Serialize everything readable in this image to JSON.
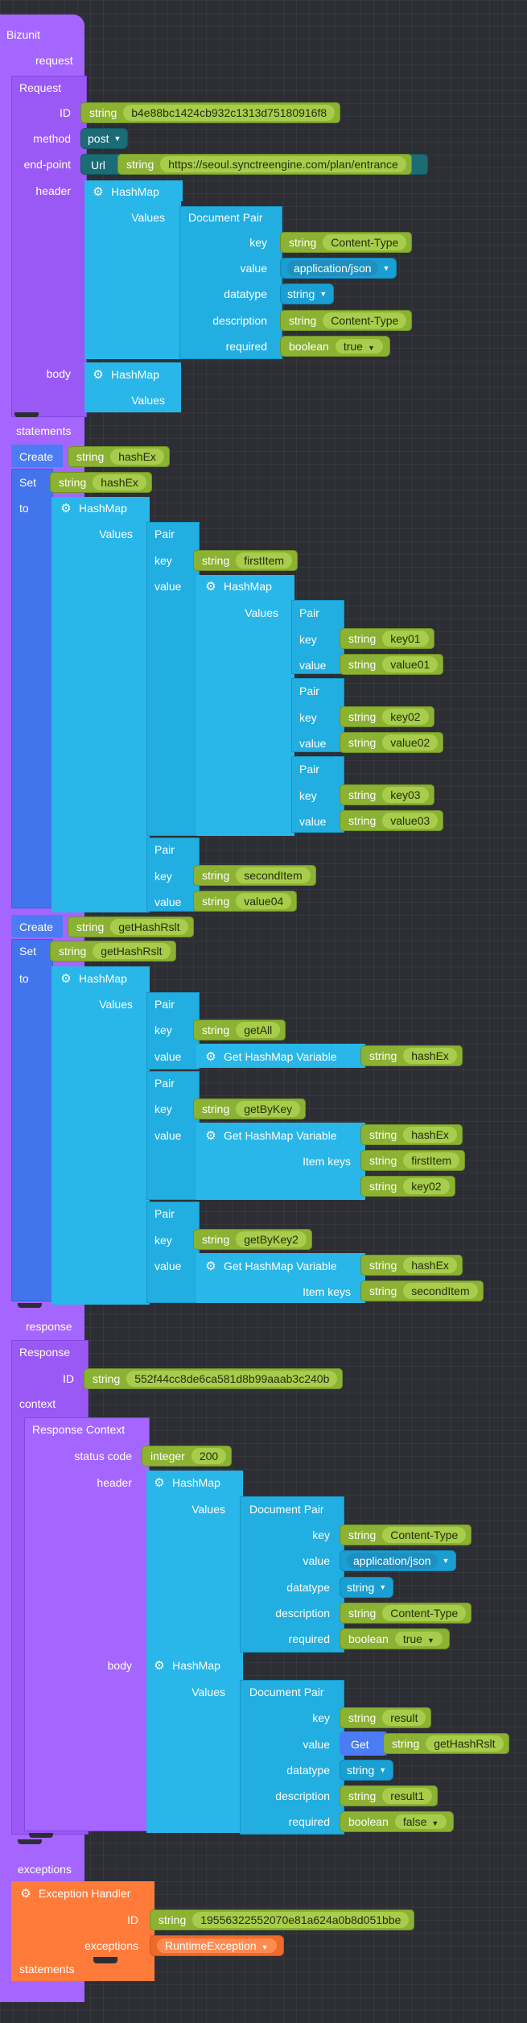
{
  "root": {
    "title": "Bizunit",
    "request_label": "request",
    "statements_label": "statements",
    "response_label": "response",
    "exceptions_label": "exceptions"
  },
  "request": {
    "block_title": "Request",
    "id_label": "ID",
    "id_type": "string",
    "id_value": "b4e88bc1424cb932c1313d75180916f8",
    "method_label": "method",
    "method_value": "post",
    "endpoint_label": "end-point",
    "url_label": "Url",
    "url_type": "string",
    "url_value": "https://seoul.synctreengine.com/plan/entrance",
    "header_label": "header",
    "hashmap_label": "HashMap",
    "values_label": "Values",
    "docpair": {
      "title": "Document Pair",
      "key_label": "key",
      "key_type": "string",
      "key_value": "Content-Type",
      "value_label": "value",
      "value_value": "application/json",
      "datatype_label": "datatype",
      "datatype_value": "string",
      "description_label": "description",
      "description_type": "string",
      "description_value": "Content-Type",
      "required_label": "required",
      "required_type": "boolean",
      "required_value": "true"
    },
    "body_label": "body",
    "body_hashmap_label": "HashMap",
    "body_values_label": "Values"
  },
  "statements": {
    "create1": {
      "label": "Create",
      "type": "string",
      "name": "hashEx"
    },
    "set1": {
      "label": "Set",
      "type": "string",
      "name": "hashEx",
      "to_label": "to",
      "hashmap_label": "HashMap",
      "values_label": "Values",
      "pair1": {
        "label": "Pair",
        "key_label": "key",
        "key_type": "string",
        "key_value": "firstItem",
        "value_label": "value",
        "hashmap_label": "HashMap",
        "values_label": "Values",
        "inner": [
          {
            "label": "Pair",
            "key_label": "key",
            "key_type": "string",
            "key_value": "key01",
            "value_label": "value",
            "value_type": "string",
            "value_value": "value01"
          },
          {
            "label": "Pair",
            "key_label": "key",
            "key_type": "string",
            "key_value": "key02",
            "value_label": "value",
            "value_type": "string",
            "value_value": "value02"
          },
          {
            "label": "Pair",
            "key_label": "key",
            "key_type": "string",
            "key_value": "key03",
            "value_label": "value",
            "value_type": "string",
            "value_value": "value03"
          }
        ]
      },
      "pair2": {
        "label": "Pair",
        "key_label": "key",
        "key_type": "string",
        "key_value": "secondItem",
        "value_label": "value",
        "value_type": "string",
        "value_value": "value04"
      }
    },
    "create2": {
      "label": "Create",
      "type": "string",
      "name": "getHashRslt"
    },
    "set2": {
      "label": "Set",
      "type": "string",
      "name": "getHashRslt",
      "to_label": "to",
      "hashmap_label": "HashMap",
      "values_label": "Values",
      "pair1": {
        "label": "Pair",
        "key_label": "key",
        "key_type": "string",
        "key_value": "getAll",
        "value_label": "value",
        "getvar_label": "Get HashMap Variable",
        "var_type": "string",
        "var_name": "hashEx"
      },
      "pair2": {
        "label": "Pair",
        "key_label": "key",
        "key_type": "string",
        "key_value": "getByKey",
        "value_label": "value",
        "getvar_label": "Get HashMap Variable",
        "var_type": "string",
        "var_name": "hashEx",
        "itemkeys_label": "Item keys",
        "ik1_type": "string",
        "ik1_value": "firstItem",
        "ik2_type": "string",
        "ik2_value": "key02"
      },
      "pair3": {
        "label": "Pair",
        "key_label": "key",
        "key_type": "string",
        "key_value": "getByKey2",
        "value_label": "value",
        "getvar_label": "Get HashMap Variable",
        "var_type": "string",
        "var_name": "hashEx",
        "itemkeys_label": "Item keys",
        "ik1_type": "string",
        "ik1_value": "secondItem"
      }
    }
  },
  "response": {
    "block_title": "Response",
    "id_label": "ID",
    "id_type": "string",
    "id_value": "552f44cc8de6ca581d8b99aaab3c240b",
    "context_label": "context",
    "context_title": "Response Context",
    "status_label": "status code",
    "status_type": "integer",
    "status_value": "200",
    "header_label": "header",
    "hashmap_label": "HashMap",
    "values_label": "Values",
    "hdocpair": {
      "title": "Document Pair",
      "key_label": "key",
      "key_type": "string",
      "key_value": "Content-Type",
      "value_label": "value",
      "value_value": "application/json",
      "datatype_label": "datatype",
      "datatype_value": "string",
      "description_label": "description",
      "description_type": "string",
      "description_value": "Content-Type",
      "required_label": "required",
      "required_type": "boolean",
      "required_value": "true"
    },
    "body_label": "body",
    "body_hashmap_label": "HashMap",
    "body_values_label": "Values",
    "bdocpair": {
      "title": "Document Pair",
      "key_label": "key",
      "key_type": "string",
      "key_value": "result",
      "value_label": "value",
      "get_label": "Get",
      "get_type": "string",
      "get_value": "getHashRslt",
      "datatype_label": "datatype",
      "datatype_value": "string",
      "description_label": "description",
      "description_type": "string",
      "description_value": "result1",
      "required_label": "required",
      "required_type": "boolean",
      "required_value": "false"
    }
  },
  "exception": {
    "title": "Exception Handler",
    "id_label": "ID",
    "id_type": "string",
    "id_value": "19556322552070e81a624a0b8d051bbe",
    "exceptions_label": "exceptions",
    "exceptions_value": "RuntimeException",
    "statements_label": "statements"
  },
  "icons": {
    "gear": "gear-icon",
    "dropdown": "triangle-down-icon"
  },
  "colors": {
    "root": "#a566ff",
    "statement": "#4b7cf3",
    "hashmap": "#29b6e8",
    "string": "#8cb233",
    "exception": "#ff7b3a",
    "canvas": "#2d2e33"
  }
}
